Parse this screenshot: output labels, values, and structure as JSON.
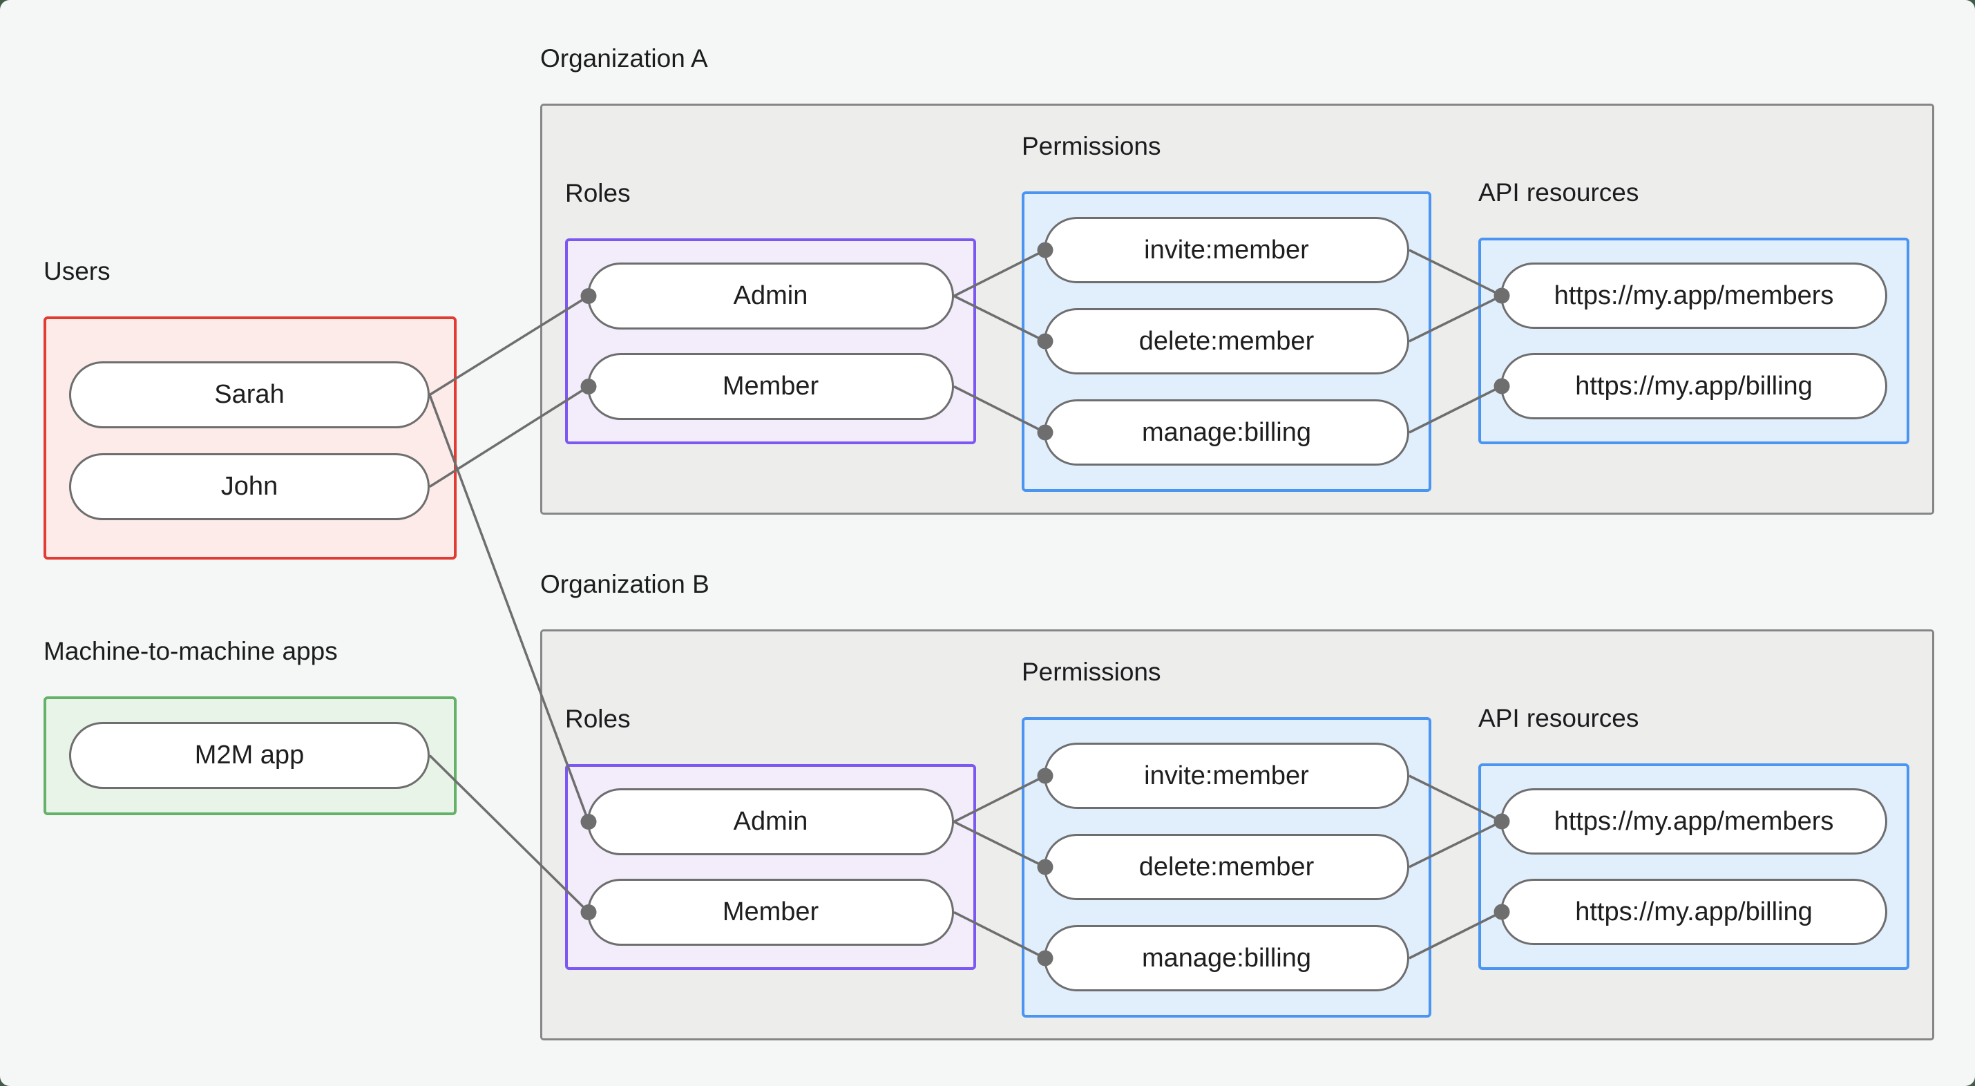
{
  "colors": {
    "background": "#f5f7f6",
    "window_corner_backdrop": "#3f5c48",
    "org_box_fill": "#ededec",
    "org_box_border": "#868686",
    "users_border": "#e23b32",
    "users_fill": "#fcebe9",
    "m2m_border": "#64b168",
    "m2m_fill": "#e8f4e7",
    "roles_border": "#7c58f2",
    "roles_fill": "#f2ecfb",
    "permissions_border": "#4b95f2",
    "permissions_fill": "#e1effd",
    "edge_gray": "#6e6e6e",
    "text": "#1e1e1e"
  },
  "users_section": {
    "label": "Users",
    "items": [
      "Sarah",
      "John"
    ]
  },
  "m2m_section": {
    "label": "Machine-to-machine apps",
    "items": [
      "M2M app"
    ]
  },
  "org_a": {
    "title": "Organization A",
    "roles_label": "Roles",
    "roles": [
      "Admin",
      "Member"
    ],
    "permissions_label": "Permissions",
    "permissions": [
      "invite:member",
      "delete:member",
      "manage:billing"
    ],
    "api_label": "API resources",
    "api_resources": [
      "https://my.app/members",
      "https://my.app/billing"
    ]
  },
  "org_b": {
    "title": "Organization B",
    "roles_label": "Roles",
    "roles": [
      "Admin",
      "Member"
    ],
    "permissions_label": "Permissions",
    "permissions": [
      "invite:member",
      "delete:member",
      "manage:billing"
    ],
    "api_label": "API resources",
    "api_resources": [
      "https://my.app/members",
      "https://my.app/billing"
    ]
  },
  "edges": [
    {
      "from": "sarah",
      "to": "a_admin"
    },
    {
      "from": "john",
      "to": "a_member"
    },
    {
      "from": "sarah",
      "to": "b_admin"
    },
    {
      "from": "m2m_app",
      "to": "b_member"
    },
    {
      "from": "a_admin",
      "to": "a_invite"
    },
    {
      "from": "a_admin",
      "to": "a_delete"
    },
    {
      "from": "a_member",
      "to": "a_manage"
    },
    {
      "from": "a_invite",
      "to": "a_members"
    },
    {
      "from": "a_delete",
      "to": "a_members"
    },
    {
      "from": "a_manage",
      "to": "a_billing"
    },
    {
      "from": "b_admin",
      "to": "b_invite"
    },
    {
      "from": "b_admin",
      "to": "b_delete"
    },
    {
      "from": "b_member",
      "to": "b_manage"
    },
    {
      "from": "b_invite",
      "to": "b_members"
    },
    {
      "from": "b_delete",
      "to": "b_members"
    },
    {
      "from": "b_manage",
      "to": "b_billing"
    }
  ]
}
